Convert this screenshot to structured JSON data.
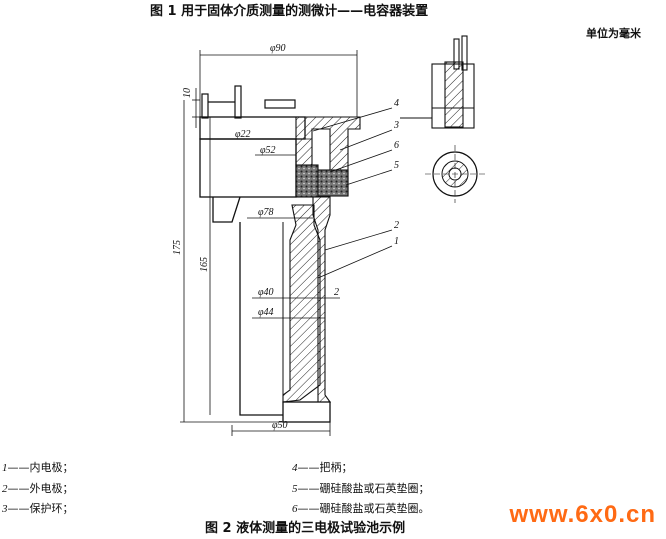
{
  "fig1_title": "图 1  用于固体介质测量的测微计——电容器装置",
  "unit_note": "单位为毫米",
  "fig2_title": "图 2  液体测量的三电极试验池示例",
  "dimensions": {
    "d90": "φ90",
    "d22": "φ22",
    "d52": "φ52",
    "d78": "φ78",
    "d40": "φ40",
    "d44": "φ44",
    "d50": "φ50",
    "h10": "10",
    "h175": "175",
    "h165": "165",
    "gap2": "2"
  },
  "callouts": [
    "4",
    "3",
    "6",
    "5",
    "2",
    "1"
  ],
  "legend": [
    {
      "num": "1",
      "dash": "——",
      "text": "内电极；"
    },
    {
      "num": "2",
      "dash": "——",
      "text": "外电极；"
    },
    {
      "num": "3",
      "dash": "——",
      "text": "保护环；"
    },
    {
      "num": "4",
      "dash": "——",
      "text": "把柄；"
    },
    {
      "num": "5",
      "dash": "——",
      "text": "硼硅酸盐或石英垫圈；"
    },
    {
      "num": "6",
      "dash": "——",
      "text": "硼硅酸盐或石英垫圈。"
    }
  ],
  "watermark": "www.6x0.cn"
}
